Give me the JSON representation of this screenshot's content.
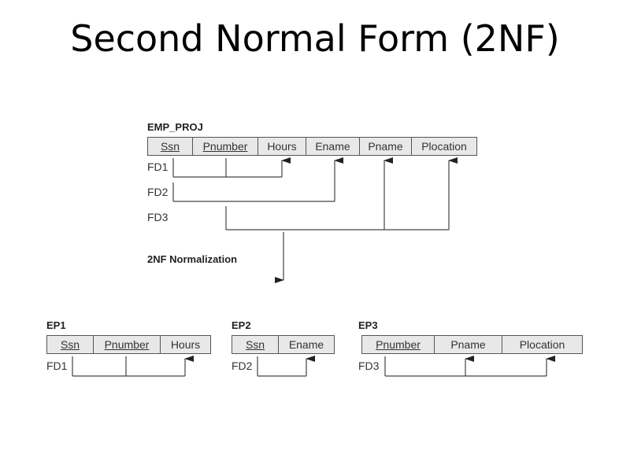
{
  "slide": {
    "title": "Second Normal Form (2NF)"
  },
  "emp_proj": {
    "name": "EMP_PROJ",
    "attributes": [
      {
        "label": "Ssn",
        "key": true
      },
      {
        "label": "Pnumber",
        "key": true
      },
      {
        "label": "Hours",
        "key": false
      },
      {
        "label": "Ename",
        "key": false
      },
      {
        "label": "Pname",
        "key": false
      },
      {
        "label": "Plocation",
        "key": false
      }
    ],
    "fds": [
      {
        "label": "FD1",
        "from": [
          "Ssn",
          "Pnumber"
        ],
        "to": [
          "Hours"
        ]
      },
      {
        "label": "FD2",
        "from": [
          "Ssn"
        ],
        "to": [
          "Ename"
        ]
      },
      {
        "label": "FD3",
        "from": [
          "Pnumber"
        ],
        "to": [
          "Pname",
          "Plocation"
        ]
      }
    ]
  },
  "normalization": {
    "label": "2NF Normalization"
  },
  "ep1": {
    "name": "EP1",
    "attributes": [
      {
        "label": "Ssn",
        "key": true
      },
      {
        "label": "Pnumber",
        "key": true
      },
      {
        "label": "Hours",
        "key": false
      }
    ],
    "fd": {
      "label": "FD1",
      "from": [
        "Ssn",
        "Pnumber"
      ],
      "to": [
        "Hours"
      ]
    }
  },
  "ep2": {
    "name": "EP2",
    "attributes": [
      {
        "label": "Ssn",
        "key": true
      },
      {
        "label": "Ename",
        "key": false
      }
    ],
    "fd": {
      "label": "FD2",
      "from": [
        "Ssn"
      ],
      "to": [
        "Ename"
      ]
    }
  },
  "ep3": {
    "name": "EP3",
    "attributes": [
      {
        "label": "Pnumber",
        "key": true
      },
      {
        "label": "Pname",
        "key": false
      },
      {
        "label": "Plocation",
        "key": false
      }
    ],
    "fd": {
      "label": "FD3",
      "from": [
        "Pnumber"
      ],
      "to": [
        "Pname",
        "Plocation"
      ]
    }
  }
}
